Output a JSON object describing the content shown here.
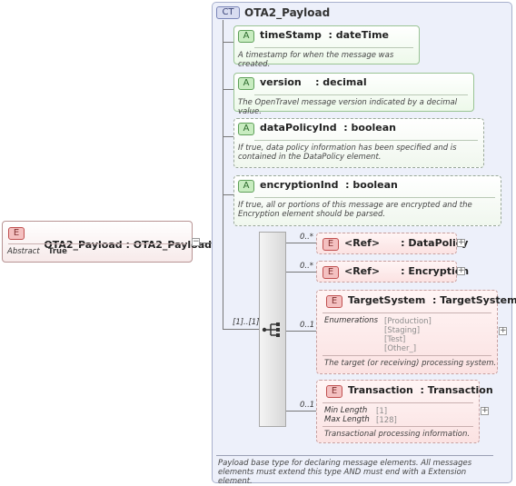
{
  "root": {
    "badge": "E",
    "name": "OTA2_Payload",
    "type_sep": " : ",
    "type": "OTA2_Payload",
    "prop_key": "Abstract",
    "prop_value": "True",
    "collapse_symbol": "−"
  },
  "complex_type": {
    "badge": "CT",
    "name": "OTA2_Payload",
    "doc": "Payload base type for declaring message elements. All messages elements must extend this type AND must end with a Extension element.",
    "attributes": [
      {
        "badge": "A",
        "label": "timeStamp  : dateTime",
        "doc": "A timestamp for when the message was created."
      },
      {
        "badge": "A",
        "label": "version    : decimal",
        "doc": "The OpenTravel message version indicated by a decimal value."
      },
      {
        "badge": "A",
        "label": "dataPolicyInd  : boolean",
        "doc": "If true, data policy information has been specified and is contained in the DataPolicy element."
      },
      {
        "badge": "A",
        "label": "encryptionInd  : boolean",
        "doc": "If true, all or portions of this message are encrypted and the Encryption element should be parsed."
      }
    ],
    "sequence_cardinality": "[1]..[1]",
    "children": [
      {
        "badge": "E",
        "label": "<Ref>      : DataPolicy",
        "cardinality": "0..*"
      },
      {
        "badge": "E",
        "label": "<Ref>      : Encryption",
        "cardinality": "0..*"
      },
      {
        "badge": "E",
        "label": "TargetSystem  : TargetSystem",
        "cardinality": "0..1",
        "prop_key": "Enumerations",
        "prop_values": [
          "[Production]",
          "[Staging]",
          "[Test]",
          "[Other_]"
        ],
        "doc": "The target (or receiving) processing system."
      },
      {
        "badge": "E",
        "label": "Transaction  : Transaction",
        "cardinality": "0..1",
        "props": [
          {
            "k": "Min Length",
            "v": "[1]"
          },
          {
            "k": "Max Length",
            "v": "[128]"
          }
        ],
        "doc": "Transactional processing information."
      }
    ],
    "expand_symbol": "+"
  }
}
